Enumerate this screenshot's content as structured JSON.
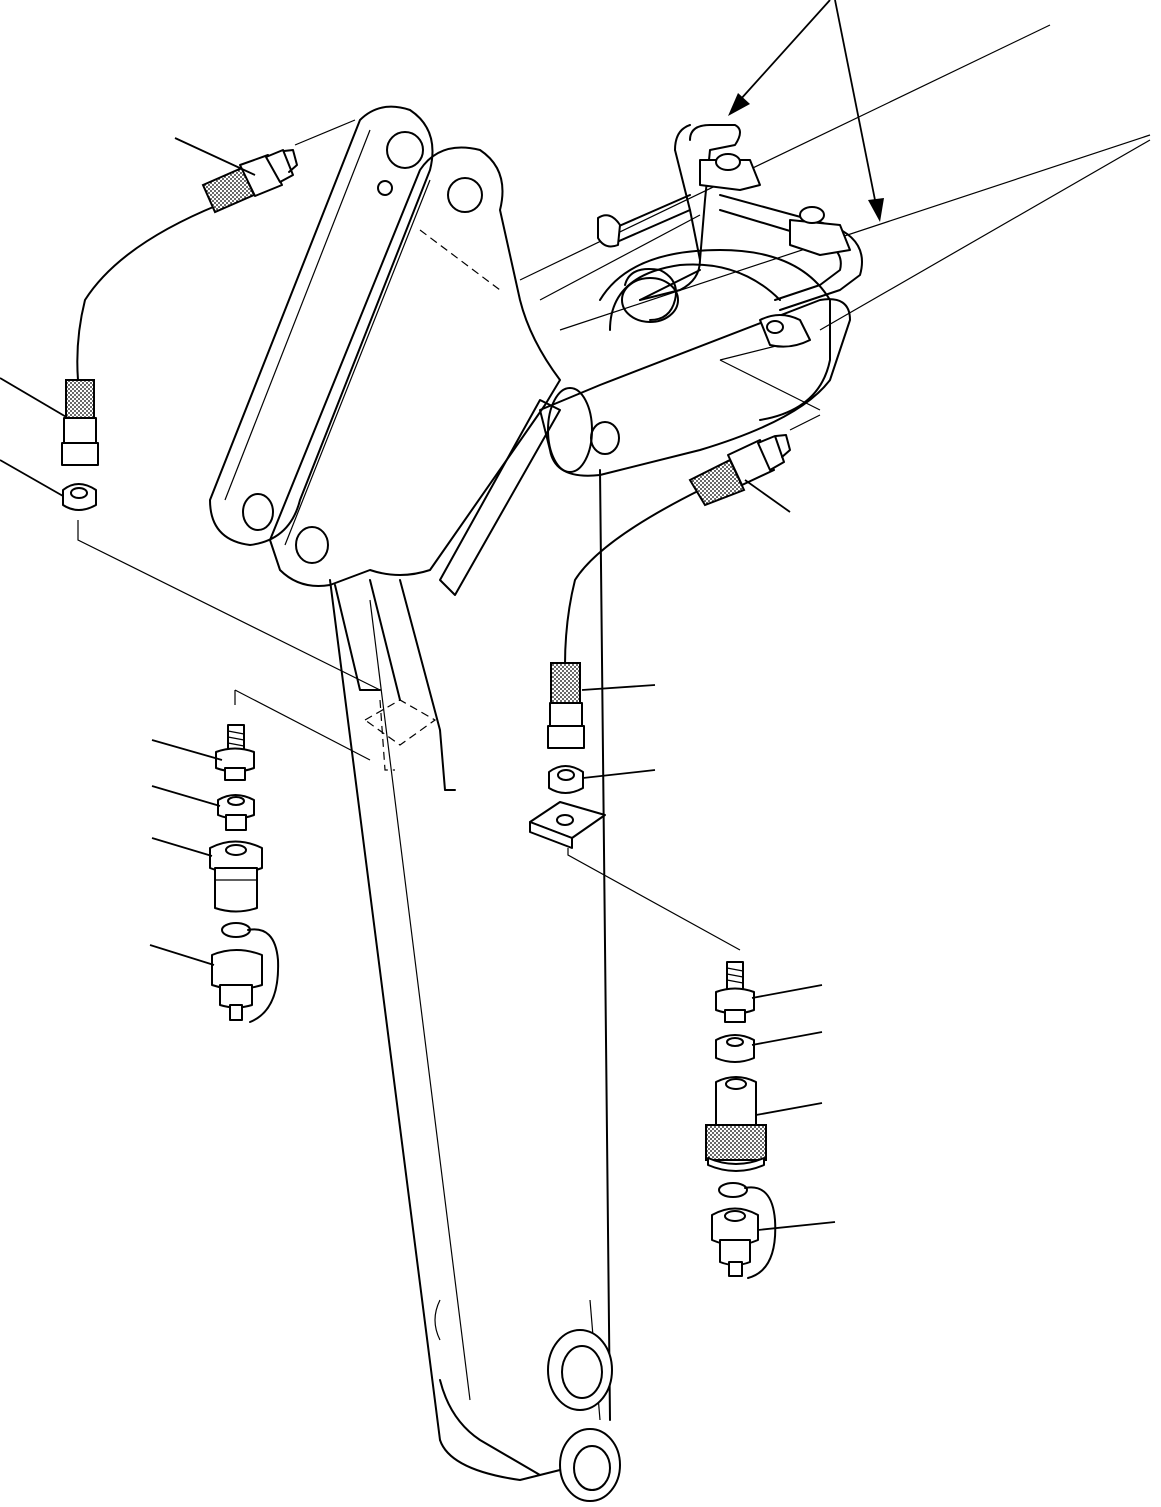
{
  "diagram": {
    "kind": "exploded-parts-drawing",
    "colors": {
      "line": "#000000",
      "background": "#ffffff"
    },
    "leaders": [
      {
        "id": "hose-left-top"
      },
      {
        "id": "hose-left-bottom"
      },
      {
        "id": "nut-left"
      },
      {
        "id": "hose-right-top"
      },
      {
        "id": "hose-right-bottom"
      },
      {
        "id": "nut-right"
      },
      {
        "id": "stud-left"
      },
      {
        "id": "washer-left"
      },
      {
        "id": "adapter-left"
      },
      {
        "id": "cap-left"
      },
      {
        "id": "stud-right"
      },
      {
        "id": "washer-right"
      },
      {
        "id": "coupler-right"
      },
      {
        "id": "cap-right"
      }
    ]
  }
}
